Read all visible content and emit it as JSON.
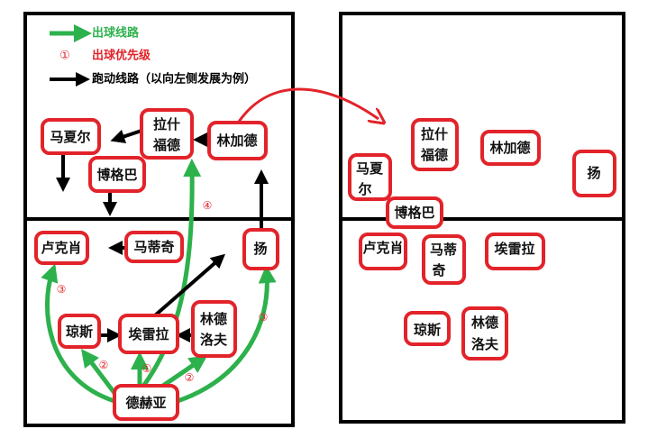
{
  "legend": {
    "pass_route": "出球线路",
    "priority_symbol": "①",
    "priority": "出球优先级",
    "run_route": "跑动线路（以向左侧发展为例）"
  },
  "colors": {
    "pass": "#2db14c",
    "box": "#e2232a",
    "run": "#000000"
  },
  "left_field": {
    "players": {
      "martial": "马夏尔",
      "rashford_1": "拉什",
      "rashford_2": "福德",
      "lingard": "林加德",
      "pogba": "博格巴",
      "shaw": "卢克肖",
      "matic": "马蒂奇",
      "young": "扬",
      "jones": "琼斯",
      "herrera": "埃雷拉",
      "lindelof_1": "林德",
      "lindelof_2": "洛夫",
      "degea": "德赫亚"
    },
    "priorities": {
      "p4": "④",
      "p3_left": "③",
      "p3_right": "③",
      "p2_left": "②",
      "p1": "①",
      "p2_right": "②"
    }
  },
  "right_field": {
    "players": {
      "rashford_1": "拉什",
      "rashford_2": "福德",
      "lingard": "林加德",
      "martial_1": "马夏",
      "martial_2": "尔",
      "young": "扬",
      "pogba": "博格巴",
      "shaw": "卢克肖",
      "matic_1": "马蒂",
      "matic_2": "奇",
      "herrera": "埃雷拉",
      "jones": "琼斯",
      "lindelof_1": "林德",
      "lindelof_2": "洛夫"
    }
  }
}
